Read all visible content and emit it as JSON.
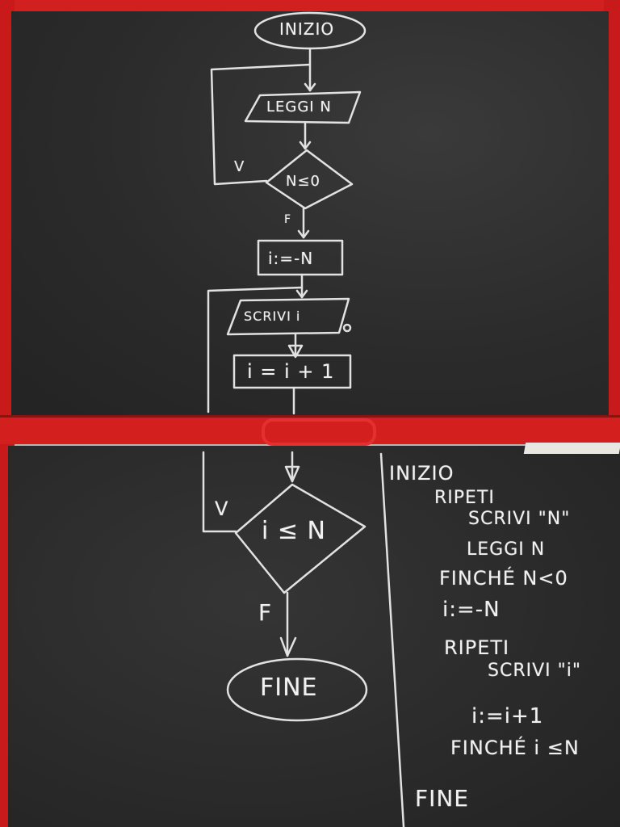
{
  "colors": {
    "frame": "#d21f1f",
    "frame_shadow": "#8f1010",
    "board": "#2a2a2a",
    "chalk": "#f1f1f1"
  },
  "top_flowchart": {
    "start": "INIZIO",
    "read": "LEGGI N",
    "condition1": "N≤0",
    "true_label1": "V",
    "false_label1": "F",
    "assign": "i:=-N",
    "write": "SCRIVI i",
    "increment": "i = i + 1"
  },
  "bottom_flowchart": {
    "true_label2": "V",
    "condition2": "i ≤ N",
    "false_label2": "F",
    "end": "FINE"
  },
  "pseudocode": [
    "INIZIO",
    "RIPETI",
    "SCRIVI \"N\"",
    "LEGGI N",
    "FINCHÉ N<0",
    "i:=-N",
    "RIPETI",
    "SCRIVI \"i\"",
    "i:=i+1",
    "FINCHÉ i ≤N",
    "FINE"
  ]
}
